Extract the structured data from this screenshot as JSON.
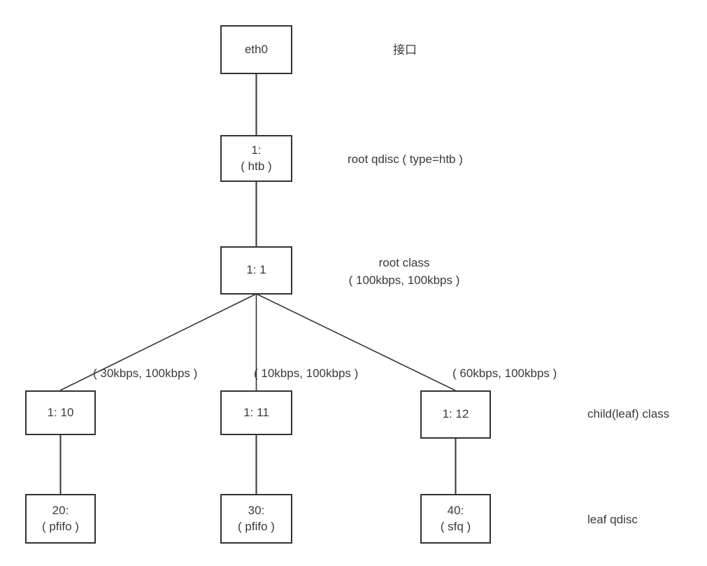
{
  "diagram": {
    "title": "Linux HTB traffic control qdisc/class hierarchy",
    "colors": {
      "background": "#ffffff",
      "stroke": "#333333",
      "text": "#3a3a3a"
    },
    "nodes": {
      "eth0": {
        "line1": "eth0",
        "line2": ""
      },
      "root_qdisc": {
        "line1": "1:",
        "line2": "( htb )"
      },
      "root_class": {
        "line1": "1: 1",
        "line2": ""
      },
      "class_10": {
        "line1": "1: 10",
        "line2": ""
      },
      "class_11": {
        "line1": "1: 11",
        "line2": ""
      },
      "class_12": {
        "line1": "1: 12",
        "line2": ""
      },
      "qdisc_20": {
        "line1": "20:",
        "line2": "( pfifo )"
      },
      "qdisc_30": {
        "line1": "30:",
        "line2": "( pfifo )"
      },
      "qdisc_40": {
        "line1": "40:",
        "line2": "( sfq )"
      }
    },
    "side_labels": {
      "interface": "接口",
      "root_qdisc": "root qdisc ( type=htb )",
      "root_class_line1": "root class",
      "root_class_line2": "( 100kbps, 100kbps )",
      "child_class": "child(leaf) class",
      "leaf_qdisc": "leaf qdisc"
    },
    "edge_labels": {
      "to_class_10": "( 30kbps, 100kbps )",
      "to_class_11": "( 10kbps, 100kbps )",
      "to_class_12": "( 60kbps, 100kbps )"
    }
  }
}
